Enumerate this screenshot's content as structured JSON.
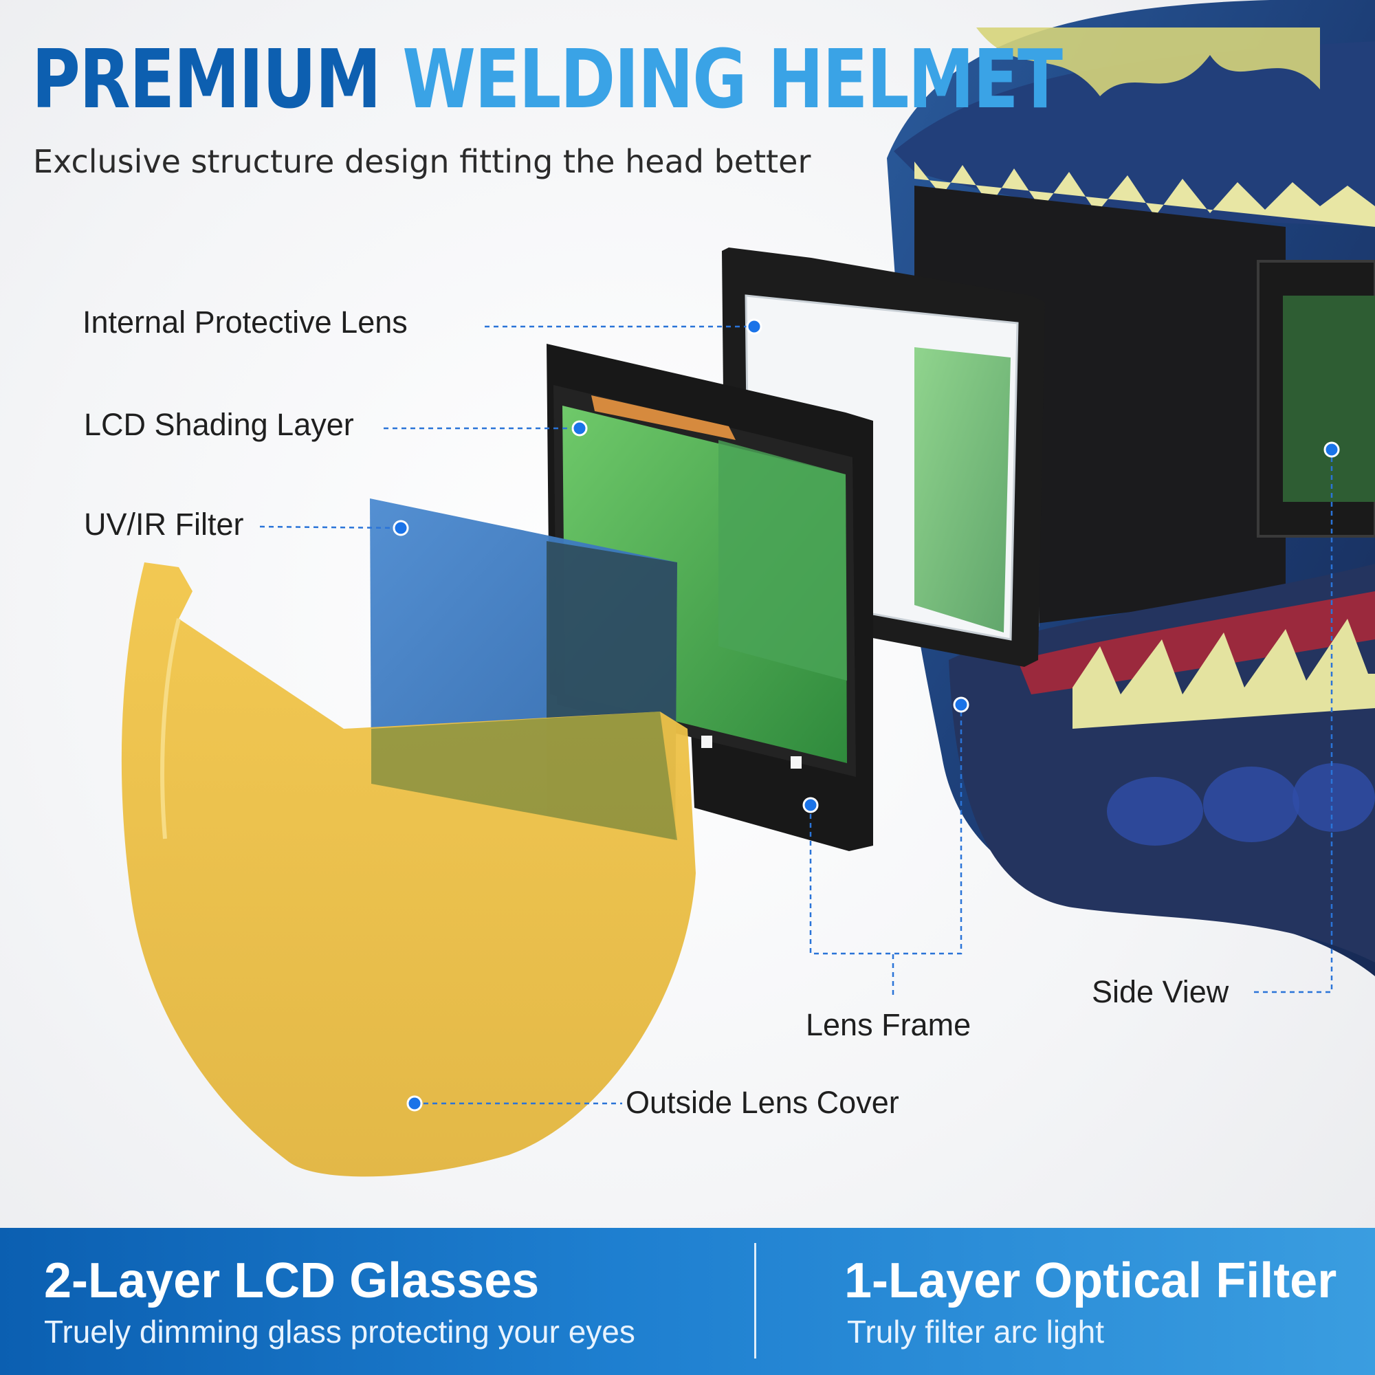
{
  "header": {
    "title_word1": "PREMIUM",
    "title_word2": "WELDING HELMET",
    "subtitle": "Exclusive structure design fitting the head better"
  },
  "callouts": {
    "internal_lens": "Internal Protective Lens",
    "lcd_layer": "LCD Shading Layer",
    "uv_filter": "UV/IR Filter",
    "outside_cover": "Outside Lens Cover",
    "lens_frame": "Lens Frame",
    "side_view": "Side View"
  },
  "features": [
    {
      "title": "2-Layer LCD Glasses",
      "subtitle": "Truely dimming glass protecting your eyes"
    },
    {
      "title": "1-Layer Optical Filter",
      "subtitle": "Truly filter arc light"
    }
  ],
  "colors": {
    "title_dark_blue": "#0d5fb0",
    "title_light_blue": "#3aa3e6",
    "callout_dot": "#1a73e8",
    "banner_start": "#0b5fb1",
    "banner_end": "#3a9de0"
  }
}
